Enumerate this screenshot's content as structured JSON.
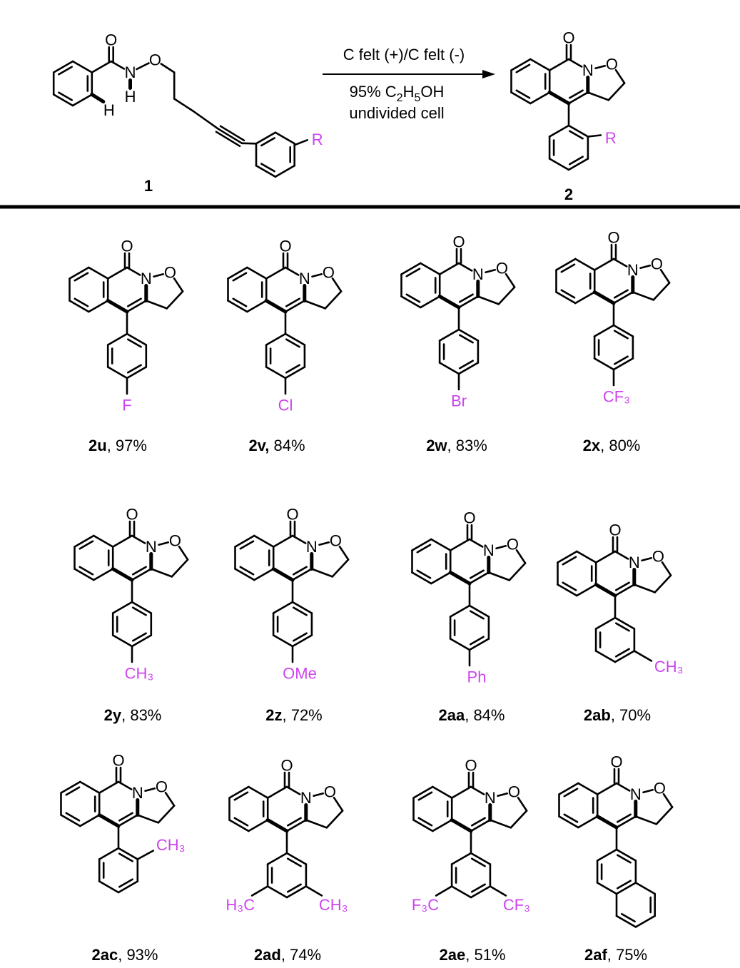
{
  "colors": {
    "core": "#000000",
    "aryl": "#CC44EE",
    "new_bond": "#E8261E"
  },
  "scheme": {
    "conditions": {
      "line1": "C felt (+)/C felt (-)",
      "line2_pre": "95% C",
      "line2_sub1": "2",
      "line2_mid": "H",
      "line2_sub2": "5",
      "line2_post": "OH",
      "line3": "undivided cell"
    },
    "reactant": {
      "label": "1",
      "atoms": {
        "O": "O",
        "N": "N",
        "NH": "H",
        "H": "H",
        "O2": "O",
        "R": "R"
      }
    },
    "product": {
      "label": "2",
      "atoms": {
        "O": "O",
        "N": "N",
        "O2": "O",
        "R": "R"
      }
    }
  },
  "products": [
    {
      "id": "2u",
      "yield": ", 97%",
      "substituent": "F"
    },
    {
      "id": "2v,",
      "yield": " 84%",
      "substituent": "Cl"
    },
    {
      "id": "2w",
      "yield": ", 83%",
      "substituent": "Br"
    },
    {
      "id": "2x",
      "yield": ", 80%",
      "substituent": "CF₃"
    },
    {
      "id": "2y",
      "yield": ", 83%",
      "substituent": "CH₃"
    },
    {
      "id": "2z",
      "yield": ", 72%",
      "substituent": "OMe"
    },
    {
      "id": "2aa",
      "yield": ", 84%",
      "substituent": "Ph"
    },
    {
      "id": "2ab",
      "yield": ", 70%",
      "substituent": "CH₃"
    },
    {
      "id": "2ac",
      "yield": ", 93%",
      "substituent": "CH₃"
    },
    {
      "id": "2ad",
      "yield": ", 74%",
      "substituent": "H₃C",
      "substituent2": "CH₃"
    },
    {
      "id": "2ae",
      "yield": ", 51%",
      "substituent": "F₃C",
      "substituent2": "CF₃"
    },
    {
      "id": "2af",
      "yield": ", 75%"
    }
  ]
}
